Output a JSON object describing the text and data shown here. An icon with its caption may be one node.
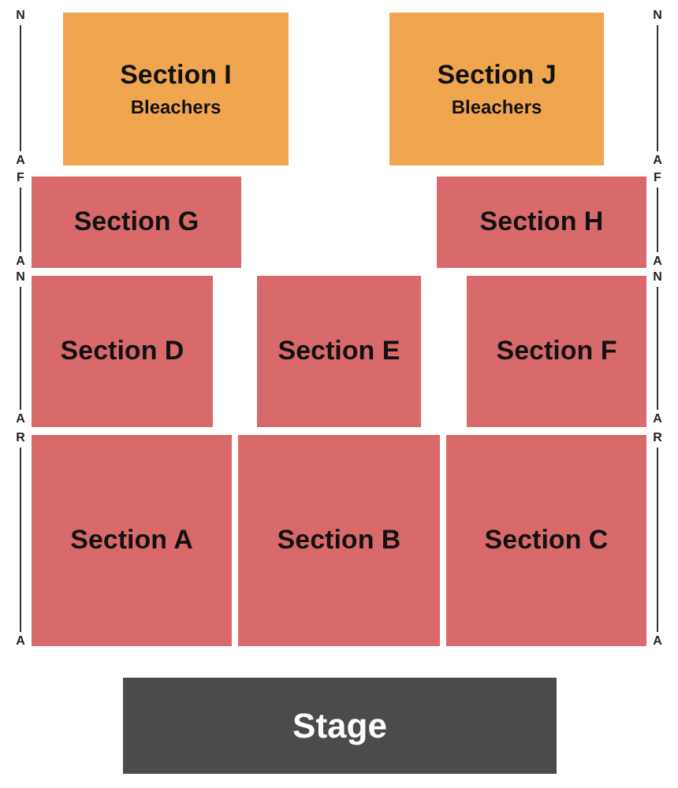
{
  "diagram": {
    "nodes": [
      {
        "text": [
          "Section I",
          "Bleachers"
        ]
      },
      {
        "text": [
          "Section J",
          "Bleachers"
        ]
      },
      {
        "text": [
          "Section G"
        ]
      },
      {
        "text": [
          "Section H"
        ]
      },
      {
        "text": [
          "Section D"
        ]
      },
      {
        "text": [
          "Section E"
        ]
      },
      {
        "text": [
          "Section F"
        ]
      },
      {
        "text": [
          "Section A"
        ]
      },
      {
        "text": [
          "Section B"
        ]
      },
      {
        "text": [
          "Section C"
        ]
      },
      {
        "text": [
          "Stage"
        ]
      }
    ],
    "labels": [
      "N",
      "N",
      "A",
      "A",
      "F",
      "F",
      "A",
      "A",
      "N",
      "N",
      "A",
      "A",
      "R",
      "R",
      "A",
      "A"
    ]
  }
}
